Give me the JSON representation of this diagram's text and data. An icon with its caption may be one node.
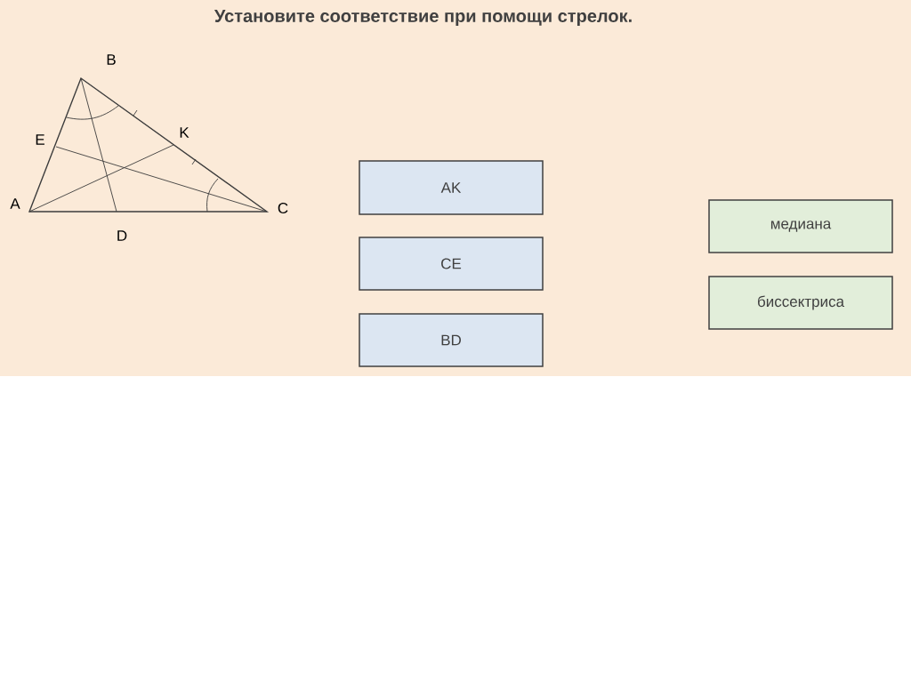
{
  "diagram": {
    "title": "Установите соответствие при помощи стрелок.",
    "nodes": [
      {
        "text": [
          "AK"
        ]
      },
      {
        "text": [
          "CE"
        ]
      },
      {
        "text": [
          "BD"
        ]
      },
      {
        "text": [
          "медиана"
        ]
      },
      {
        "text": [
          "биссектриса"
        ]
      }
    ],
    "labels": [
      "B",
      "E",
      "K",
      "A",
      "C",
      "D"
    ]
  }
}
